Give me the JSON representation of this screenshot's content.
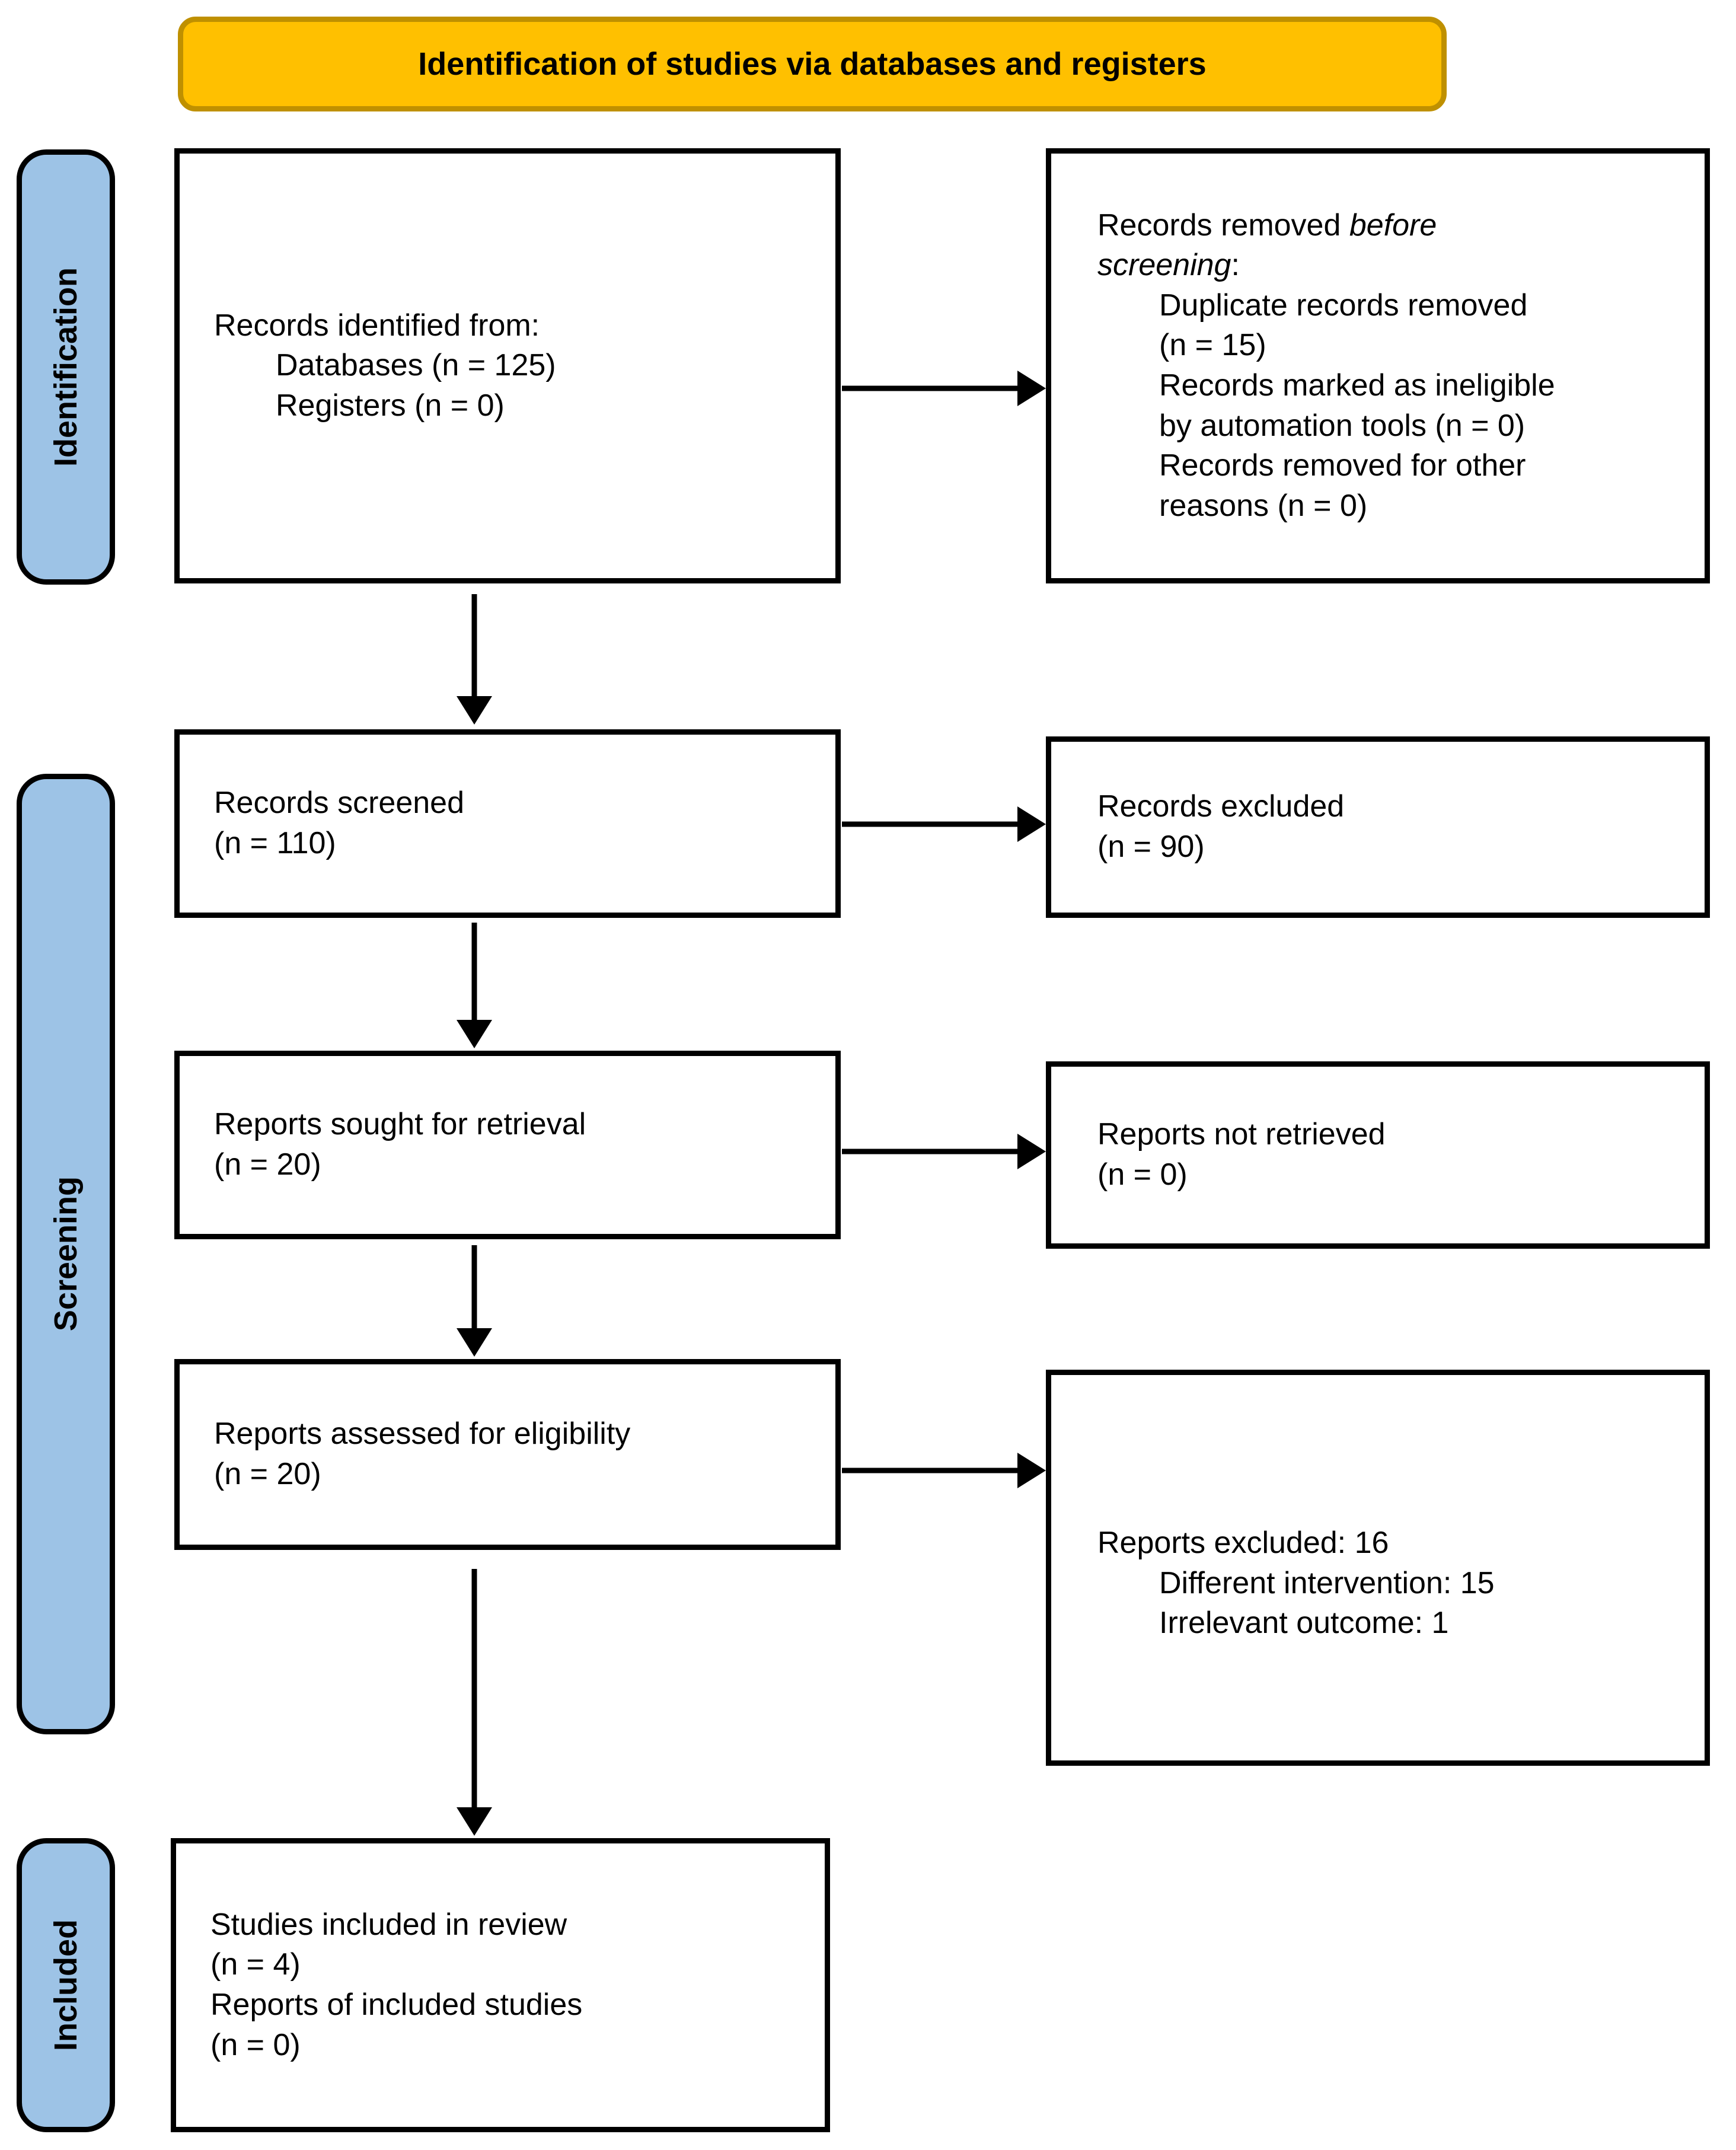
{
  "title_banner": {
    "label": "Identification of studies via databases and registers"
  },
  "stages": [
    {
      "label": "Identification"
    },
    {
      "label": "Screening"
    },
    {
      "label": "Included"
    }
  ],
  "boxes": {
    "records_identified": {
      "lines": [
        {
          "indent": 0,
          "segments": [
            {
              "text": "Records identified from:"
            }
          ]
        },
        {
          "indent": 1,
          "segments": [
            {
              "text": "Databases (n = 125)"
            }
          ]
        },
        {
          "indent": 1,
          "segments": [
            {
              "text": "Registers (n = 0)"
            }
          ]
        }
      ]
    },
    "records_removed": {
      "lines": [
        {
          "indent": 0,
          "segments": [
            {
              "text": "Records removed "
            },
            {
              "text": "before",
              "italic": true
            }
          ]
        },
        {
          "indent": 0,
          "segments": [
            {
              "text": "screening",
              "italic": true
            },
            {
              "text": ":"
            }
          ]
        },
        {
          "indent": 1,
          "segments": [
            {
              "text": "Duplicate records removed"
            }
          ]
        },
        {
          "indent": 1,
          "segments": [
            {
              "text": "(n = 15)"
            }
          ]
        },
        {
          "indent": 1,
          "segments": [
            {
              "text": "Records marked as ineligible"
            }
          ]
        },
        {
          "indent": 1,
          "segments": [
            {
              "text": "by automation tools (n = 0)"
            }
          ]
        },
        {
          "indent": 1,
          "segments": [
            {
              "text": "Records removed for other"
            }
          ]
        },
        {
          "indent": 1,
          "segments": [
            {
              "text": "reasons (n = 0)"
            }
          ]
        }
      ]
    },
    "records_screened": {
      "lines": [
        {
          "indent": 0,
          "segments": [
            {
              "text": "Records screened"
            }
          ]
        },
        {
          "indent": 0,
          "segments": [
            {
              "text": "(n = 110)"
            }
          ]
        }
      ]
    },
    "records_excluded": {
      "lines": [
        {
          "indent": 0,
          "segments": [
            {
              "text": "Records excluded"
            }
          ]
        },
        {
          "indent": 0,
          "segments": [
            {
              "text": "(n = 90)"
            }
          ]
        }
      ]
    },
    "reports_sought": {
      "lines": [
        {
          "indent": 0,
          "segments": [
            {
              "text": "Reports sought for retrieval"
            }
          ]
        },
        {
          "indent": 0,
          "segments": [
            {
              "text": "(n = 20)"
            }
          ]
        }
      ]
    },
    "reports_not_retrieved": {
      "lines": [
        {
          "indent": 0,
          "segments": [
            {
              "text": "Reports not retrieved"
            }
          ]
        },
        {
          "indent": 0,
          "segments": [
            {
              "text": "(n = 0)"
            }
          ]
        }
      ]
    },
    "reports_assessed": {
      "lines": [
        {
          "indent": 0,
          "segments": [
            {
              "text": "Reports assessed for eligibility"
            }
          ]
        },
        {
          "indent": 0,
          "segments": [
            {
              "text": "(n = 20)"
            }
          ]
        }
      ]
    },
    "reports_excluded": {
      "lines": [
        {
          "indent": 0,
          "segments": [
            {
              "text": "Reports excluded: 16"
            }
          ]
        },
        {
          "indent": 1,
          "segments": [
            {
              "text": "Different intervention: 15"
            }
          ]
        },
        {
          "indent": 1,
          "segments": [
            {
              "text": "Irrelevant outcome: 1"
            }
          ]
        }
      ]
    },
    "studies_included": {
      "lines": [
        {
          "indent": 0,
          "segments": [
            {
              "text": "Studies included in review"
            }
          ]
        },
        {
          "indent": 0,
          "segments": [
            {
              "text": "(n = 4)"
            }
          ]
        },
        {
          "indent": 0,
          "segments": [
            {
              "text": "Reports of included studies"
            }
          ]
        },
        {
          "indent": 0,
          "segments": [
            {
              "text": "(n = 0)"
            }
          ]
        }
      ]
    }
  },
  "colors": {
    "banner_fill": "#FFC000",
    "banner_border": "#BF9000",
    "stage_fill": "#9DC3E6",
    "box_fill": "#FFFFFF",
    "line": "#000000",
    "text": "#000000"
  }
}
